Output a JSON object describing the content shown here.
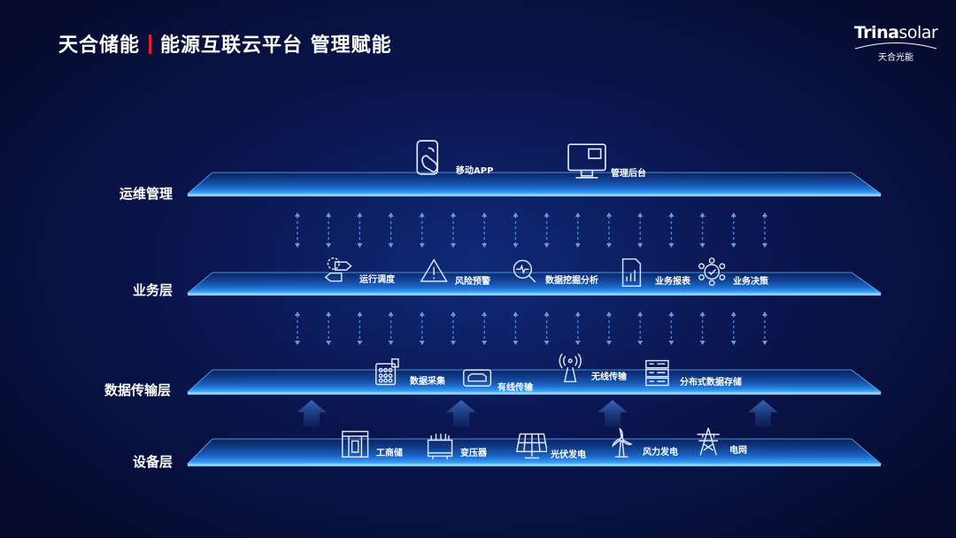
{
  "header": {
    "brand": "天合储能",
    "subtitle": "能源互联云平台 管理赋能"
  },
  "logo": {
    "wordmark_bold": "Trina",
    "wordmark_light": "solar",
    "cn": "天合光能",
    "accent": "#e0202a"
  },
  "layers": [
    {
      "label": "运维管理",
      "items": [
        {
          "label": "移动APP",
          "icon": "mobile-phone-icon"
        },
        {
          "label": "管理后台",
          "icon": "desktop-monitor-icon"
        }
      ]
    },
    {
      "label": "业务层",
      "items": [
        {
          "label": "运行调度",
          "icon": "gear-arrows-icon"
        },
        {
          "label": "风险预警",
          "icon": "warning-icon"
        },
        {
          "label": "数据挖掘分析",
          "icon": "magnifier-analysis-icon"
        },
        {
          "label": "业务报表",
          "icon": "report-chart-icon"
        },
        {
          "label": "业务决策",
          "icon": "decision-network-icon"
        }
      ]
    },
    {
      "label": "数据传输层",
      "items": [
        {
          "label": "数据采集",
          "icon": "data-collection-icon"
        },
        {
          "label": "有线传输",
          "icon": "wired-port-icon"
        },
        {
          "label": "无线传输",
          "icon": "wireless-antenna-icon"
        },
        {
          "label": "分布式数据存储",
          "icon": "server-storage-icon"
        }
      ]
    },
    {
      "label": "设备层",
      "items": [
        {
          "label": "工商储",
          "icon": "storage-cabinet-icon"
        },
        {
          "label": "变压器",
          "icon": "transformer-icon"
        },
        {
          "label": "光伏发电",
          "icon": "solar-panel-icon"
        },
        {
          "label": "风力发电",
          "icon": "wind-turbine-icon"
        },
        {
          "label": "电网",
          "icon": "power-tower-icon"
        }
      ]
    }
  ],
  "colors": {
    "platform": "#1e7fe0",
    "platform_edge": "#6fd0ff",
    "arrow": "#5a86d8"
  }
}
